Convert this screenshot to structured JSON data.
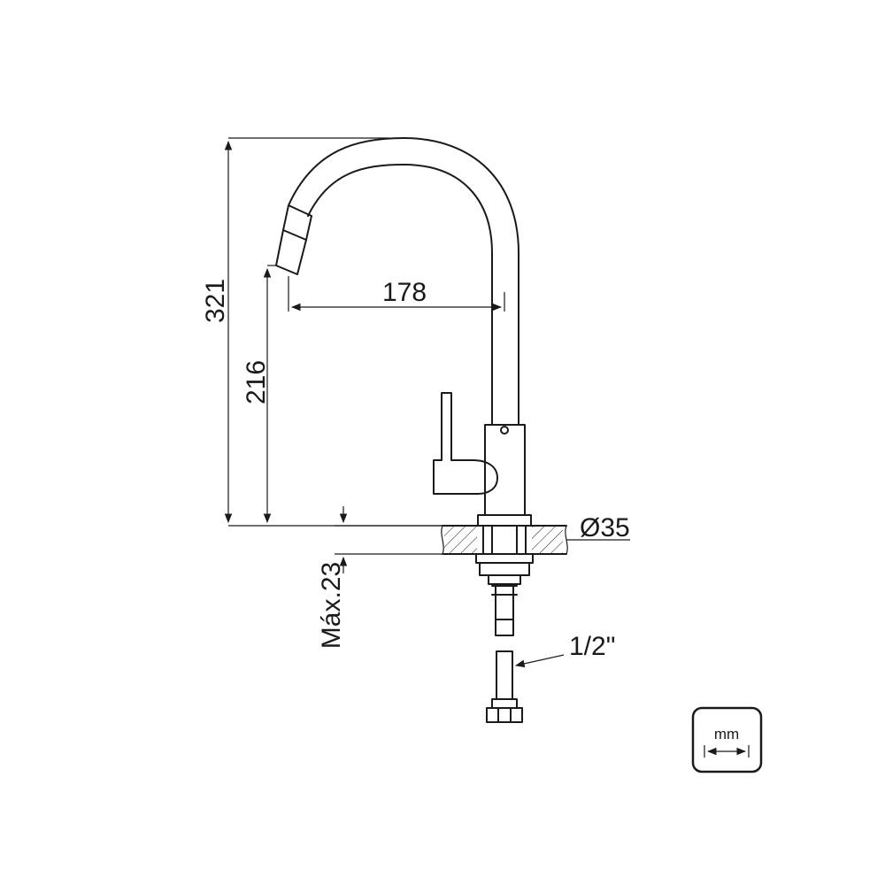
{
  "dimensions": {
    "total_height": "321",
    "spout_height": "216",
    "spout_reach": "178",
    "hole_diameter": "Ø35",
    "max_counter_thickness": "Máx.23",
    "connection": "1/2\""
  },
  "units_badge": {
    "label": "mm"
  }
}
